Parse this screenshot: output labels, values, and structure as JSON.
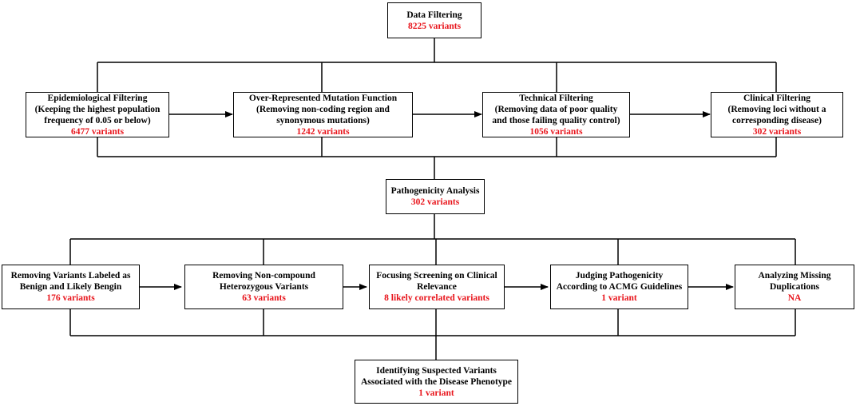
{
  "colors": {
    "count_text": "#e8141b",
    "border": "#000000",
    "text": "#000000"
  },
  "boxes": {
    "data_filtering": {
      "lines": [
        "Data Filtering"
      ],
      "count": "8225 variants"
    },
    "epidemiological": {
      "lines": [
        "Epidemiological Filtering",
        "(Keeping the highest population",
        "frequency of 0.05 or below)"
      ],
      "count": "6477 variants"
    },
    "over_represented": {
      "lines": [
        "Over-Represented Mutation Function",
        "(Removing non-coding region and",
        "synonymous mutations)"
      ],
      "count": "1242 variants"
    },
    "technical": {
      "lines": [
        "Technical Filtering",
        "(Removing data of poor quality",
        "and those failing quality control)"
      ],
      "count": "1056 variants"
    },
    "clinical": {
      "lines": [
        "Clinical Filtering",
        "(Removing loci without a",
        "corresponding disease)"
      ],
      "count": "302 variants"
    },
    "pathogenicity": {
      "lines": [
        "Pathogenicity Analysis"
      ],
      "count": "302 variants"
    },
    "benign": {
      "lines": [
        "Removing Variants Labeled as",
        "Benign and Likely Bengin"
      ],
      "count": "176 variants"
    },
    "non_compound": {
      "lines": [
        "Removing Non-compound",
        "Heterozygous Variants"
      ],
      "count": "63 variants"
    },
    "clinical_relevance": {
      "lines": [
        "Focusing Screening on Clinical",
        "Relevance"
      ],
      "count": "8 likely correlated variants"
    },
    "acmg": {
      "lines": [
        "Judging Pathogenicity",
        "According to ACMG Guidelines"
      ],
      "count": "1 variant"
    },
    "missing_dup": {
      "lines": [
        "Analyzing Missing",
        "Duplications"
      ],
      "count": "NA"
    },
    "suspected": {
      "lines": [
        "Identifying Suspected Variants",
        "Associated with the Disease Phenotype"
      ],
      "count": "1 variant"
    }
  }
}
